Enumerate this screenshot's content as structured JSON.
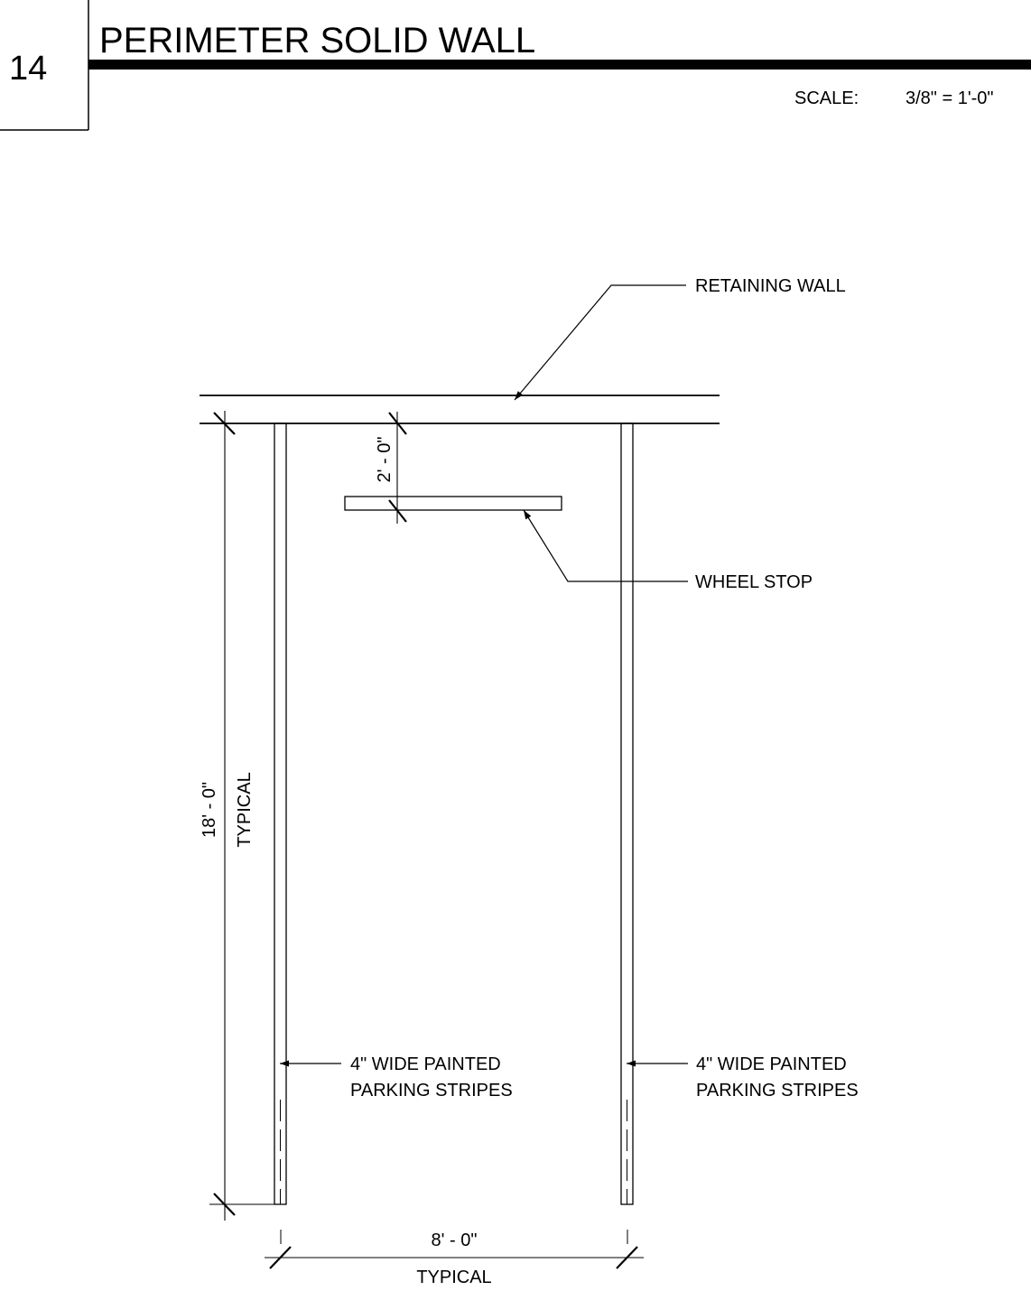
{
  "detail": {
    "number": "14",
    "title": "PERIMETER SOLID WALL",
    "scale_label": "SCALE:",
    "scale_value": "3/8\" = 1'-0\""
  },
  "notes": {
    "retaining_wall": "RETAINING WALL",
    "wheel_stop": "WHEEL STOP",
    "stripes_left": [
      "4\" WIDE PAINTED",
      "PARKING STRIPES"
    ],
    "stripes_right": [
      "4\" WIDE PAINTED",
      "PARKING STRIPES"
    ]
  },
  "dimensions": {
    "wheel_stop_offset": "2' - 0\"",
    "stall_length": "18' - 0\"",
    "stall_length_note": "TYPICAL",
    "stall_width": "8' - 0\"",
    "stall_width_note": "TYPICAL"
  },
  "colors": {
    "linework": "#000000",
    "background": "#ffffff"
  }
}
